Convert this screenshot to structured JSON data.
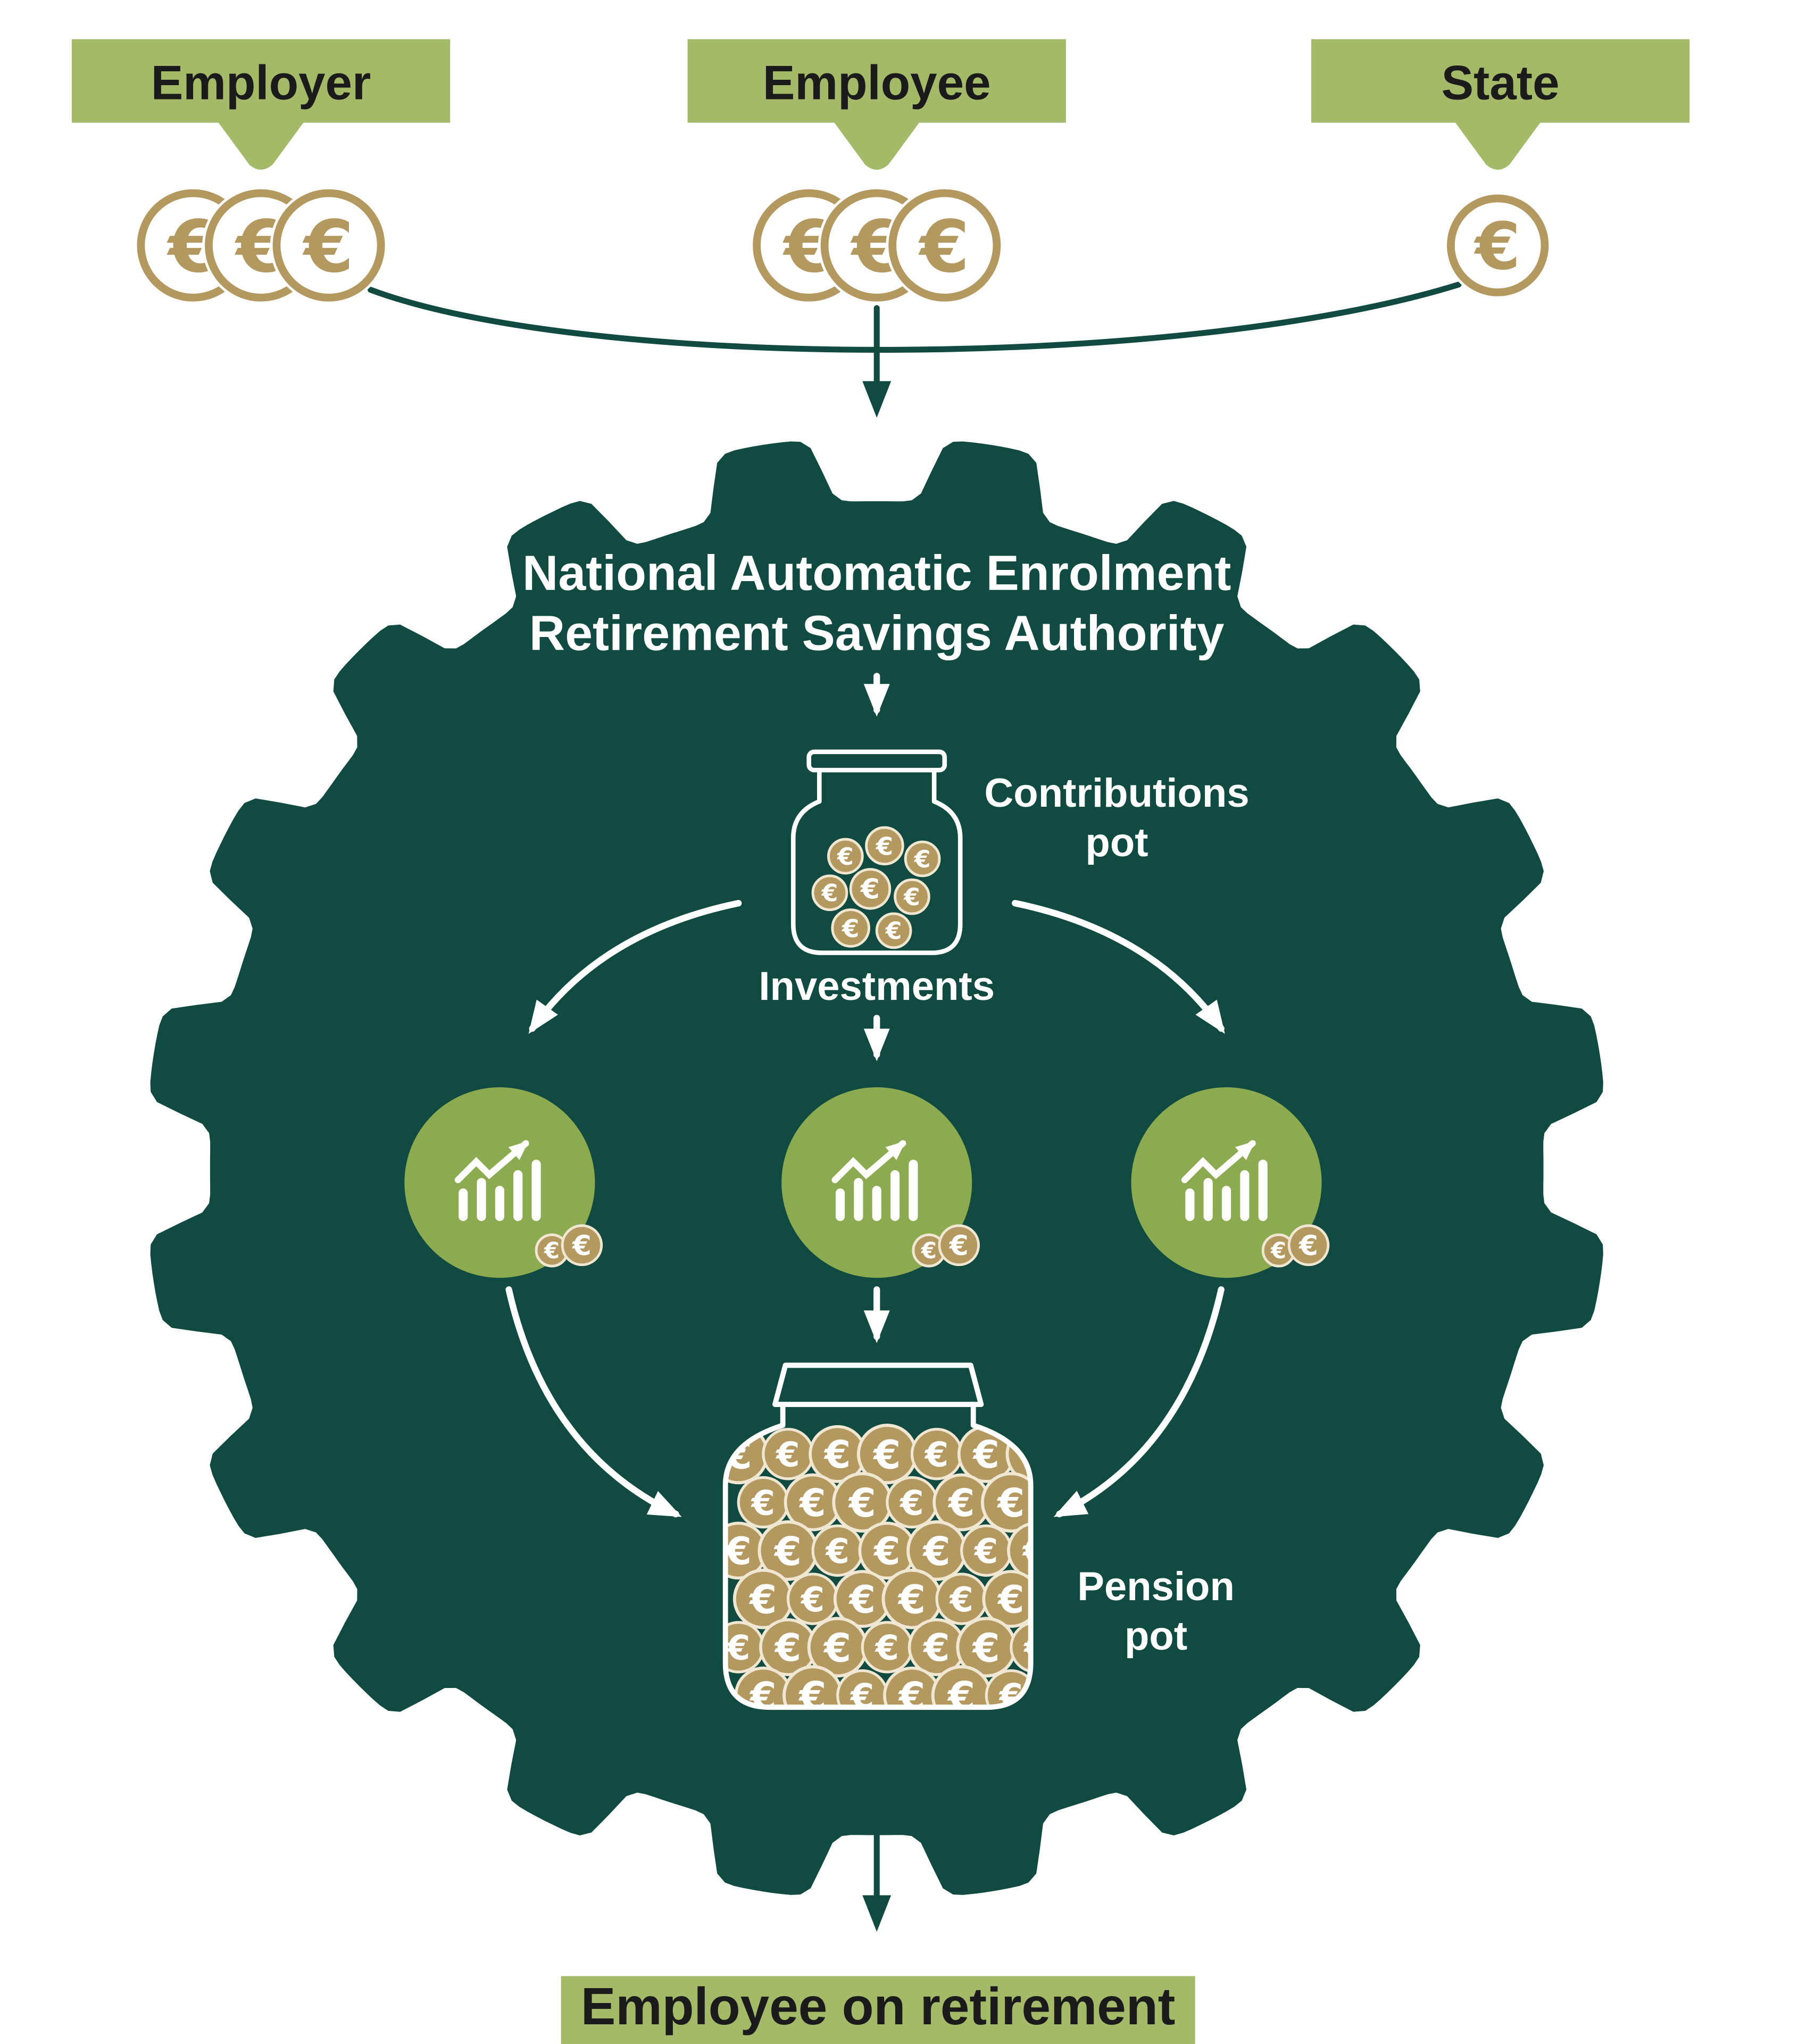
{
  "sources": [
    {
      "label": "Employer",
      "coins": 3
    },
    {
      "label": "Employee",
      "coins": 3
    },
    {
      "label": "State",
      "coins": 1
    }
  ],
  "authority": {
    "line1": "National Automatic Enrolment",
    "line2": "Retirement Savings Authority"
  },
  "contributions_pot_label": {
    "line1": "Contributions",
    "line2": "pot"
  },
  "investments_label": "Investments",
  "investment_funds_count": 3,
  "pension_pot_label": {
    "line1": "Pension",
    "line2": "pot"
  },
  "outcome_label": "Employee on retirement",
  "euro_symbol": "€",
  "colors": {
    "teal": "#114a40",
    "green_box": "#a4ba68",
    "green_circle": "#8cab51",
    "tan": "#b3985f",
    "white": "#ffffff",
    "text_dark": "#1b1b1b"
  }
}
